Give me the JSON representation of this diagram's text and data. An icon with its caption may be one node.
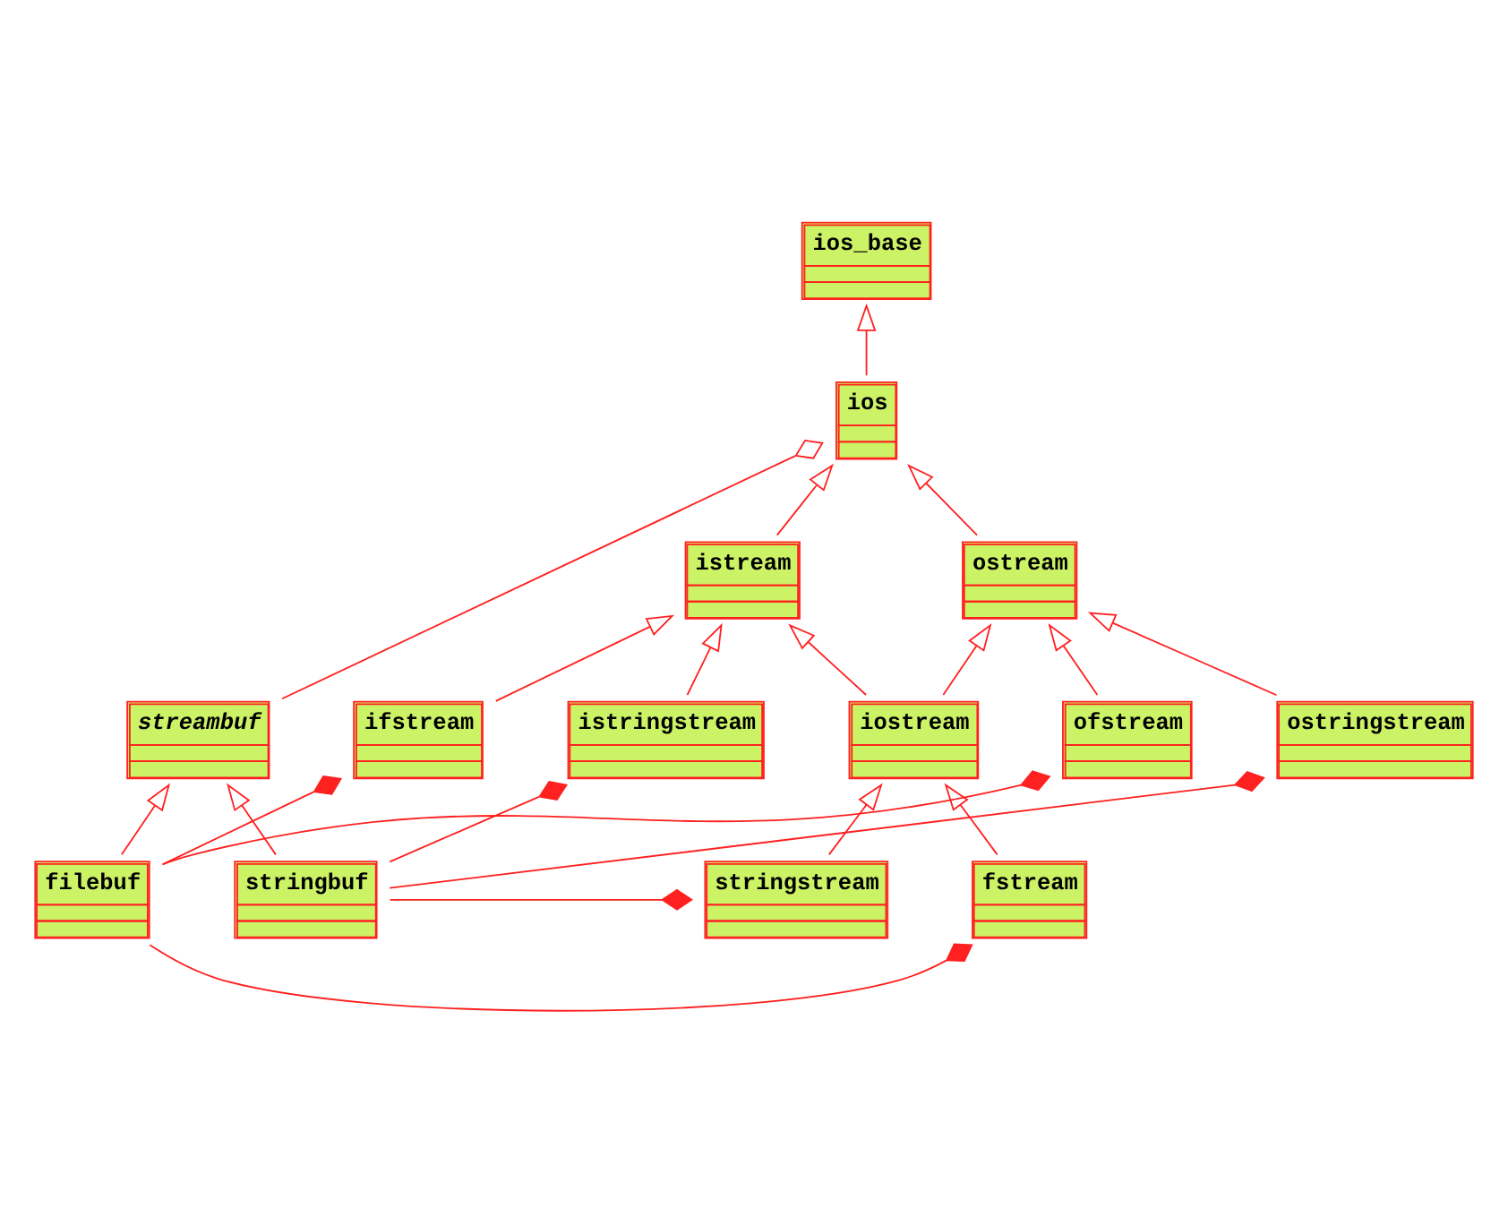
{
  "diagram": {
    "nodes": [
      {
        "text": [
          "ios_base"
        ]
      },
      {
        "text": [
          "ios"
        ]
      },
      {
        "text": [
          "streambuf"
        ]
      },
      {
        "text": [
          "istream"
        ]
      },
      {
        "text": [
          "ostream"
        ]
      },
      {
        "text": [
          "iostream"
        ]
      },
      {
        "text": [
          "ifstream"
        ]
      },
      {
        "text": [
          "fstream"
        ]
      },
      {
        "text": [
          "ofstream"
        ]
      },
      {
        "text": [
          "filebuf"
        ]
      },
      {
        "text": [
          "istringstream"
        ]
      },
      {
        "text": [
          "stringstream"
        ]
      },
      {
        "text": [
          "ostringstream"
        ]
      },
      {
        "text": [
          "stringbuf"
        ]
      }
    ],
    "edges": [
      {
        "from": 1,
        "to": 0,
        "arrow": "to"
      },
      {
        "from": 2,
        "to": 1,
        "arrow": "other"
      },
      {
        "from": 3,
        "to": 1,
        "arrow": "to"
      },
      {
        "from": 4,
        "to": 1,
        "arrow": "to"
      },
      {
        "from": 5,
        "to": 3,
        "arrow": "to"
      },
      {
        "from": 5,
        "to": 4,
        "arrow": "to"
      },
      {
        "from": 10,
        "to": 3,
        "arrow": "to"
      },
      {
        "from": 6,
        "to": 3,
        "arrow": "to"
      },
      {
        "from": 7,
        "to": 5,
        "arrow": "to"
      },
      {
        "from": 11,
        "to": 5,
        "arrow": "to"
      },
      {
        "from": 8,
        "to": 4,
        "arrow": "to"
      },
      {
        "from": 12,
        "to": 4,
        "arrow": "to"
      },
      {
        "from": 9,
        "to": 2,
        "arrow": "to"
      },
      {
        "from": 13,
        "to": 2,
        "arrow": "to"
      },
      {
        "from": 9,
        "to": 8,
        "arrow": "other"
      },
      {
        "from": 9,
        "to": 6,
        "arrow": "other"
      },
      {
        "from": 9,
        "to": 7,
        "arrow": "other"
      },
      {
        "from": 13,
        "to": 12,
        "arrow": "other"
      },
      {
        "from": 13,
        "to": 11,
        "arrow": "other"
      },
      {
        "from": 13,
        "to": 10,
        "arrow": "other"
      }
    ]
  }
}
